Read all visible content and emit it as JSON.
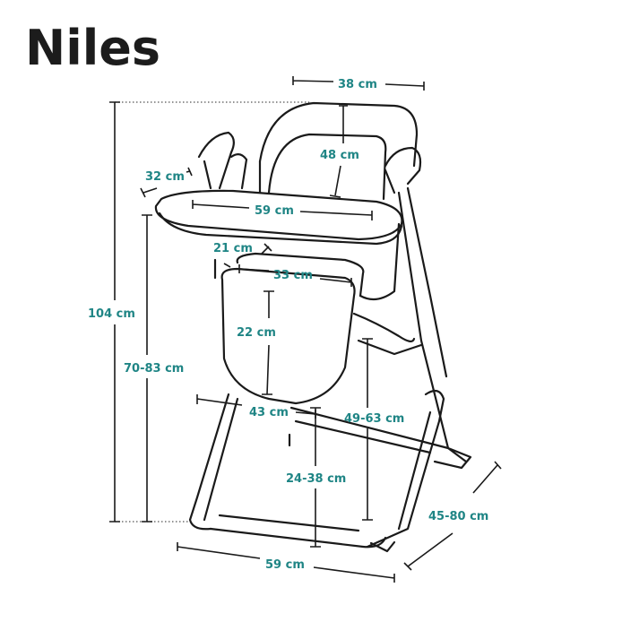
{
  "title": "Niles",
  "accent_color": "#1f8585",
  "dimensions": {
    "seat_back_width": "38 cm",
    "backrest_height": "48 cm",
    "armrest": "32 cm",
    "tray_width": "59 cm",
    "tray_to_seat": "21 cm",
    "seat_width": "33 cm",
    "footrest_height": "22 cm",
    "total_height": "104 cm",
    "tray_height": "70-83 cm",
    "seat_depth": "43 cm",
    "seat_height": "49-63 cm",
    "footrest_floor": "24-38 cm",
    "depth": "45-80 cm",
    "base_width": "59 cm"
  }
}
